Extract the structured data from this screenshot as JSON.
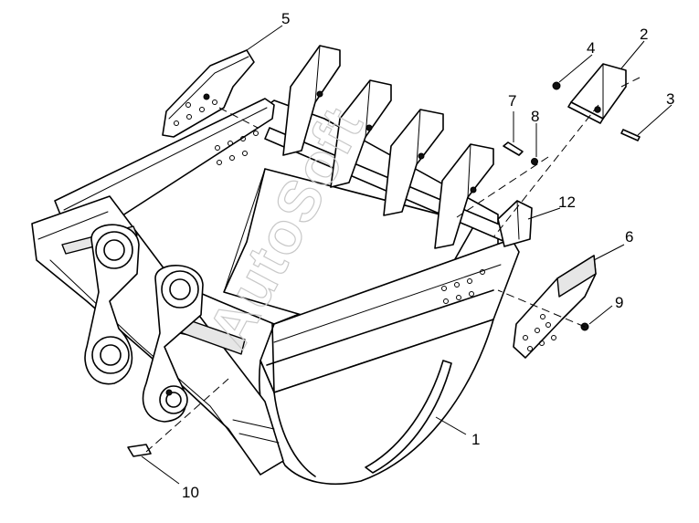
{
  "watermark": "AutoSoft",
  "callouts": [
    "1",
    "2",
    "3",
    "4",
    "5",
    "6",
    "7",
    "8",
    "9",
    "10",
    "12"
  ],
  "icons": {
    "bucket": "excavator-bucket",
    "tooth": "bucket-tooth",
    "side-cutter": "side-cutter-plate",
    "pin": "retaining-pin",
    "bolt": "bolt",
    "nut": "nut"
  }
}
